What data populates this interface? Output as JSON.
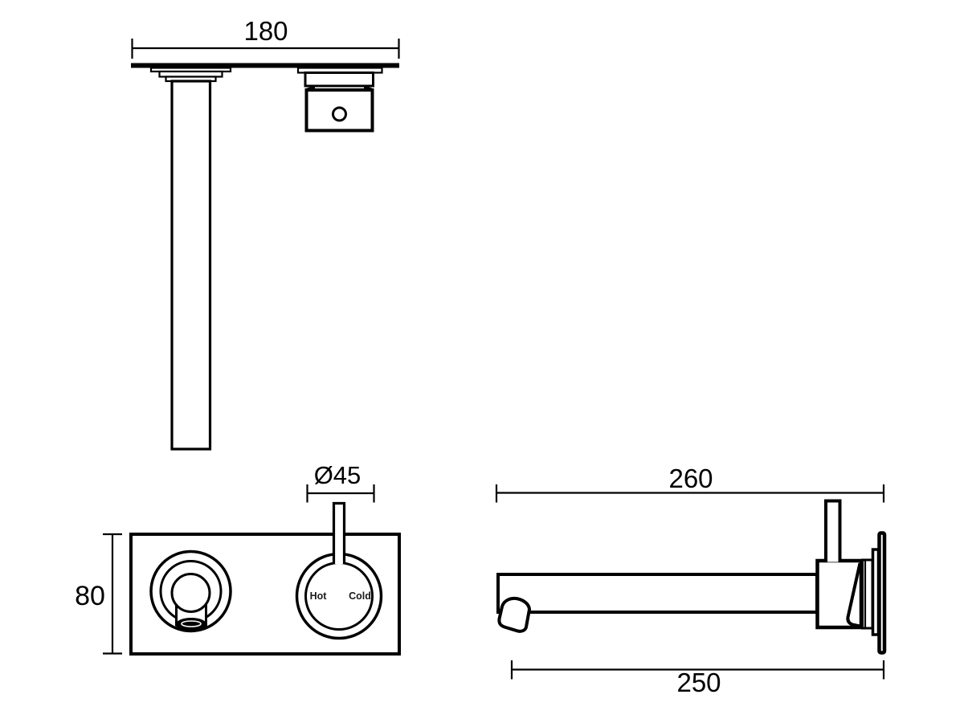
{
  "drawing": {
    "kind": "tapware-installation-dimension-drawing",
    "colors": {
      "line": "#000000",
      "background": "#ffffff"
    }
  },
  "dims": {
    "top_width": "180",
    "plate_height": "80",
    "handle_diameter": "Ø45",
    "side_overall": "260",
    "spout_projection": "250"
  },
  "labels": {
    "hot": "Hot",
    "cold": "Cold"
  }
}
